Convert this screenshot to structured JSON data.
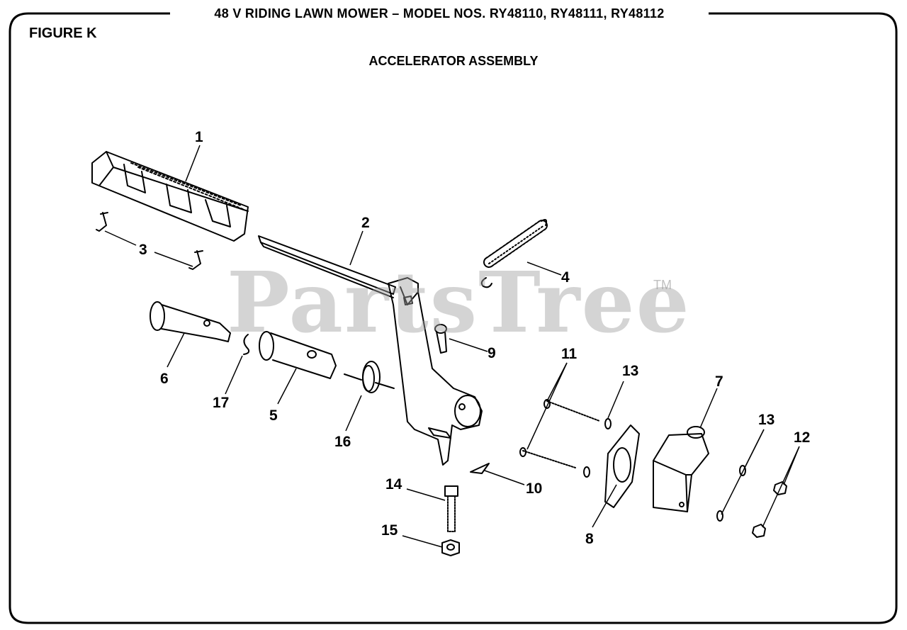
{
  "header": {
    "title": "48 V RIDING LAWN MOWER – MODEL NOS. RY48110, RY48111, RY48112",
    "figure": "FIGURE K",
    "subtitle": "ACCELERATOR ASSEMBLY"
  },
  "watermark": {
    "brand": "PartsTree",
    "tm": "TM"
  },
  "callouts": {
    "c1": "1",
    "c2": "2",
    "c3": "3",
    "c4": "4",
    "c5": "5",
    "c6": "6",
    "c7": "7",
    "c8": "8",
    "c9": "9",
    "c10": "10",
    "c11": "11",
    "c12": "12",
    "c13a": "13",
    "c13b": "13",
    "c14": "14",
    "c15": "15",
    "c16": "16",
    "c17": "17"
  }
}
